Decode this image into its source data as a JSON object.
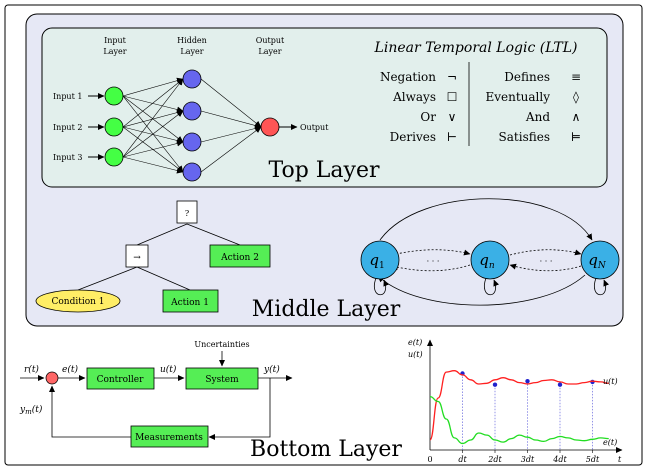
{
  "colors": {
    "outer_bg": "#e6e8f5",
    "top_panel_bg": "#e2efec",
    "input_node": "#44ff44",
    "hidden_node": "#6666ee",
    "output_node": "#ff5555",
    "green_box": "#55ee55",
    "ellipse_fill": "#ffee66",
    "state_fill": "#3ab0e6",
    "u_curve": "#ff2020",
    "e_curve": "#22dd22",
    "sample_dot": "#2222cc",
    "sample_line": "#6666dd"
  },
  "neural_net": {
    "input_header": [
      "Input",
      "Layer"
    ],
    "hidden_header": [
      "Hidden",
      "Layer"
    ],
    "output_header": [
      "Output",
      "Layer"
    ],
    "inputs": [
      "Input 1",
      "Input 2",
      "Input 3"
    ],
    "output_label": "Output"
  },
  "ltl": {
    "title": "Linear Temporal Logic (LTL)",
    "left": [
      {
        "name": "Negation",
        "symbol": "¬"
      },
      {
        "name": "Always",
        "symbol": "☐"
      },
      {
        "name": "Or",
        "symbol": "∨"
      },
      {
        "name": "Derives",
        "symbol": "⊢"
      }
    ],
    "right": [
      {
        "name": "Defines",
        "symbol": "≡"
      },
      {
        "name": "Eventually",
        "symbol": "◊"
      },
      {
        "name": "And",
        "symbol": "∧"
      },
      {
        "name": "Satisfies",
        "symbol": "⊨"
      }
    ]
  },
  "layers": {
    "top": "Top Layer",
    "middle": "Middle Layer",
    "bottom": "Bottom Layer"
  },
  "behavior_tree": {
    "root": "?",
    "sequence": "→",
    "action2": "Action 2",
    "condition1": "Condition 1",
    "action1": "Action 1"
  },
  "automaton": {
    "q1": "q",
    "q1_sub": "1",
    "qn": "q",
    "qn_sub": "n",
    "qN": "q",
    "qN_sub": "N",
    "dots": "· · ·"
  },
  "control_loop": {
    "r": "r(t)",
    "e": "e(t)",
    "u": "u(t)",
    "y": "y(t)",
    "ym": "y",
    "ym_sub": "m",
    "ym_tail": "(t)",
    "controller": "Controller",
    "system": "System",
    "uncertainties": "Uncertainties",
    "measurements": "Measurements"
  },
  "chart_data": {
    "type": "line",
    "y_labels": [
      "e(t)",
      "u(t)"
    ],
    "xlabel": "t",
    "x_ticks": [
      "0",
      "dt",
      "2dt",
      "3dt",
      "4dt",
      "5dt"
    ],
    "x_range": [
      0,
      5.5
    ],
    "series": [
      {
        "name": "u(t)",
        "x": [
          0,
          0.25,
          0.5,
          0.75,
          1.0,
          1.25,
          1.5,
          1.75,
          2.0,
          2.25,
          2.5,
          2.75,
          3.0,
          3.25,
          3.5,
          3.75,
          4.0,
          4.25,
          4.5,
          4.75,
          5.0,
          5.25,
          5.5
        ],
        "values": [
          0.0,
          0.6,
          0.97,
          0.99,
          0.93,
          0.86,
          0.8,
          0.81,
          0.86,
          0.89,
          0.86,
          0.82,
          0.8,
          0.82,
          0.85,
          0.86,
          0.83,
          0.8,
          0.8,
          0.82,
          0.84,
          0.83,
          0.81
        ]
      },
      {
        "name": "e(t)",
        "x": [
          0,
          0.25,
          0.5,
          0.75,
          1.0,
          1.25,
          1.5,
          1.75,
          2.0,
          2.25,
          2.5,
          2.75,
          3.0,
          3.25,
          3.5,
          3.75,
          4.0,
          4.25,
          4.5,
          4.75,
          5.0,
          5.25,
          5.5
        ],
        "values": [
          0.62,
          0.55,
          0.3,
          0.03,
          -0.05,
          0.0,
          0.1,
          0.07,
          0.0,
          -0.03,
          0.02,
          0.07,
          0.04,
          0.0,
          -0.02,
          0.02,
          0.05,
          0.03,
          0.0,
          -0.01,
          0.01,
          0.03,
          0.02
        ]
      }
    ],
    "samples": {
      "x": [
        1,
        2,
        3,
        4,
        5
      ],
      "values": [
        0.95,
        0.79,
        0.84,
        0.79,
        0.83
      ]
    }
  }
}
